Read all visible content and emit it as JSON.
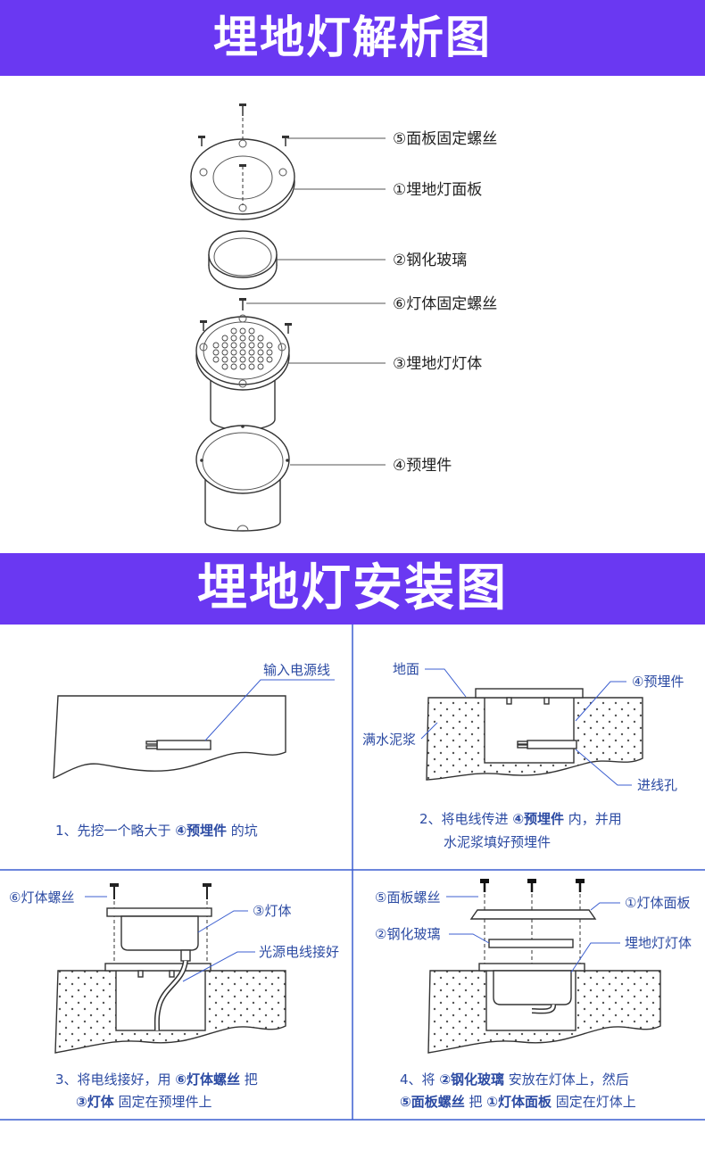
{
  "colors": {
    "banner": "#6a38f2",
    "accent": "#2c4ba3",
    "line": "#3c5fd0"
  },
  "analysis": {
    "title": "埋地灯解析图",
    "labels": {
      "panel_screw": "⑤面板固定螺丝",
      "panel": "①埋地灯面板",
      "glass": "②钢化玻璃",
      "body_screw": "⑥灯体固定螺丝",
      "body": "③埋地灯灯体",
      "embed": "④预埋件"
    }
  },
  "install": {
    "title": "埋地灯安装图",
    "steps": [
      {
        "labels": {
          "cable": "输入电源线"
        },
        "caption": {
          "line1": {
            "a": "1、先挖一个略大于 ",
            "b": "④预埋件",
            "c": " 的坑"
          }
        }
      },
      {
        "labels": {
          "ground": "地面",
          "embed": "④预埋件",
          "slurry": "满水泥浆",
          "hole": "进线孔"
        },
        "caption": {
          "line1": {
            "a": "2、将电线传进 ",
            "b": "④预埋件",
            "c": " 内，并用"
          },
          "line2": {
            "a": "水泥浆填好预埋件"
          }
        }
      },
      {
        "labels": {
          "screw": "⑥灯体螺丝",
          "body": "③灯体",
          "wire": "光源电线接好"
        },
        "caption": {
          "line1": {
            "a": "3、将电线接好，用 ",
            "b": "⑥灯体螺丝",
            "c": " 把"
          },
          "line2": {
            "b": "③灯体",
            "c": " 固定在预埋件上"
          }
        }
      },
      {
        "labels": {
          "screw": "⑤面板螺丝",
          "panel": "①灯体面板",
          "glass": "②钢化玻璃",
          "body": "埋地灯灯体"
        },
        "caption": {
          "line1": {
            "a": "4、将 ",
            "b": "②钢化玻璃",
            "c": " 安放在灯体上，然后"
          },
          "line2": {
            "b1": "⑤面板螺丝",
            "a": " 把 ",
            "b2": "①灯体面板",
            "c": " 固定在灯体上"
          }
        }
      }
    ]
  }
}
